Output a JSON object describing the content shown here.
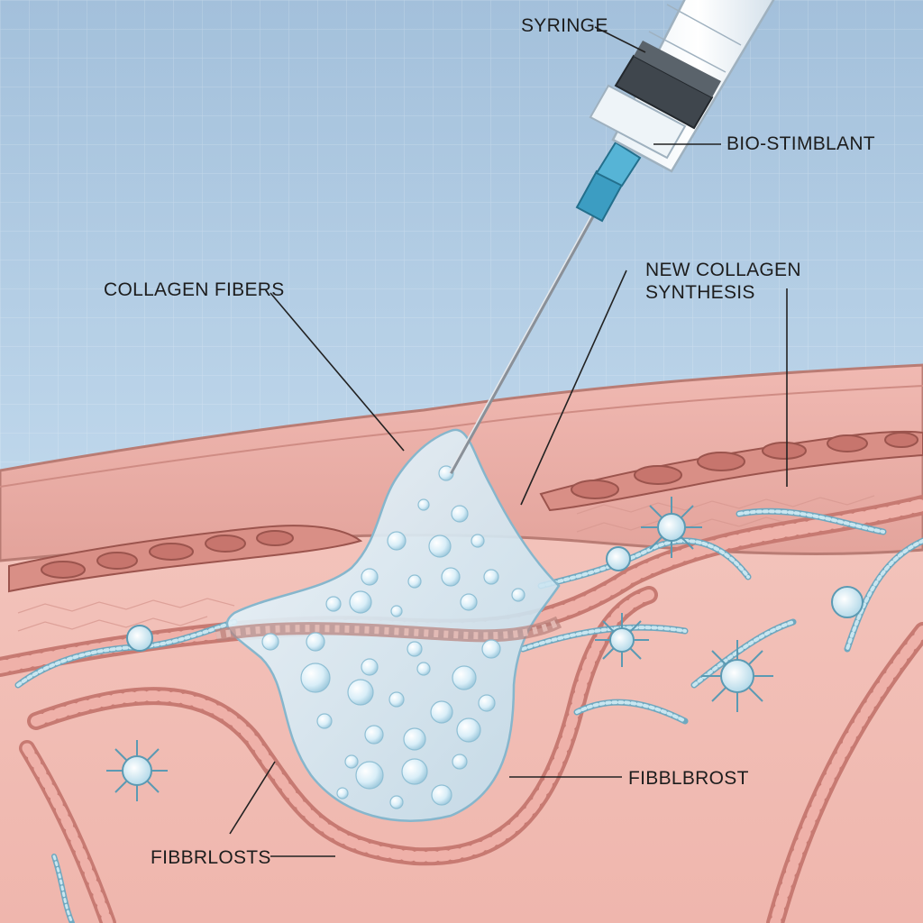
{
  "labels": {
    "syringe": "SYRINGE",
    "bio_stimulant": "BIO-STIMBLANT",
    "collagen_fibers": "COLLAGEN FIBERS",
    "new_collagen_line1": "NEW COLLAGEN",
    "new_collagen_line2": "SYNTHESIS",
    "fibroblast_right": "FIBBLBROST",
    "fibroblasts_left": "FIBBRLOSTS"
  },
  "colors": {
    "background_top": "#a7c3dd",
    "background_bottom": "#c9deef",
    "skin": "#eab0a8",
    "deep_tissue": "#f2c2ba",
    "gel": "#d8ecf6",
    "fiber_blue": "#a6d2e2",
    "needle_hub": "#4aa8c8"
  },
  "icons": [
    "syringe-icon",
    "needle-icon",
    "collagen-rope-icon",
    "fibroblast-cell-icon",
    "gel-bubble-icon"
  ]
}
